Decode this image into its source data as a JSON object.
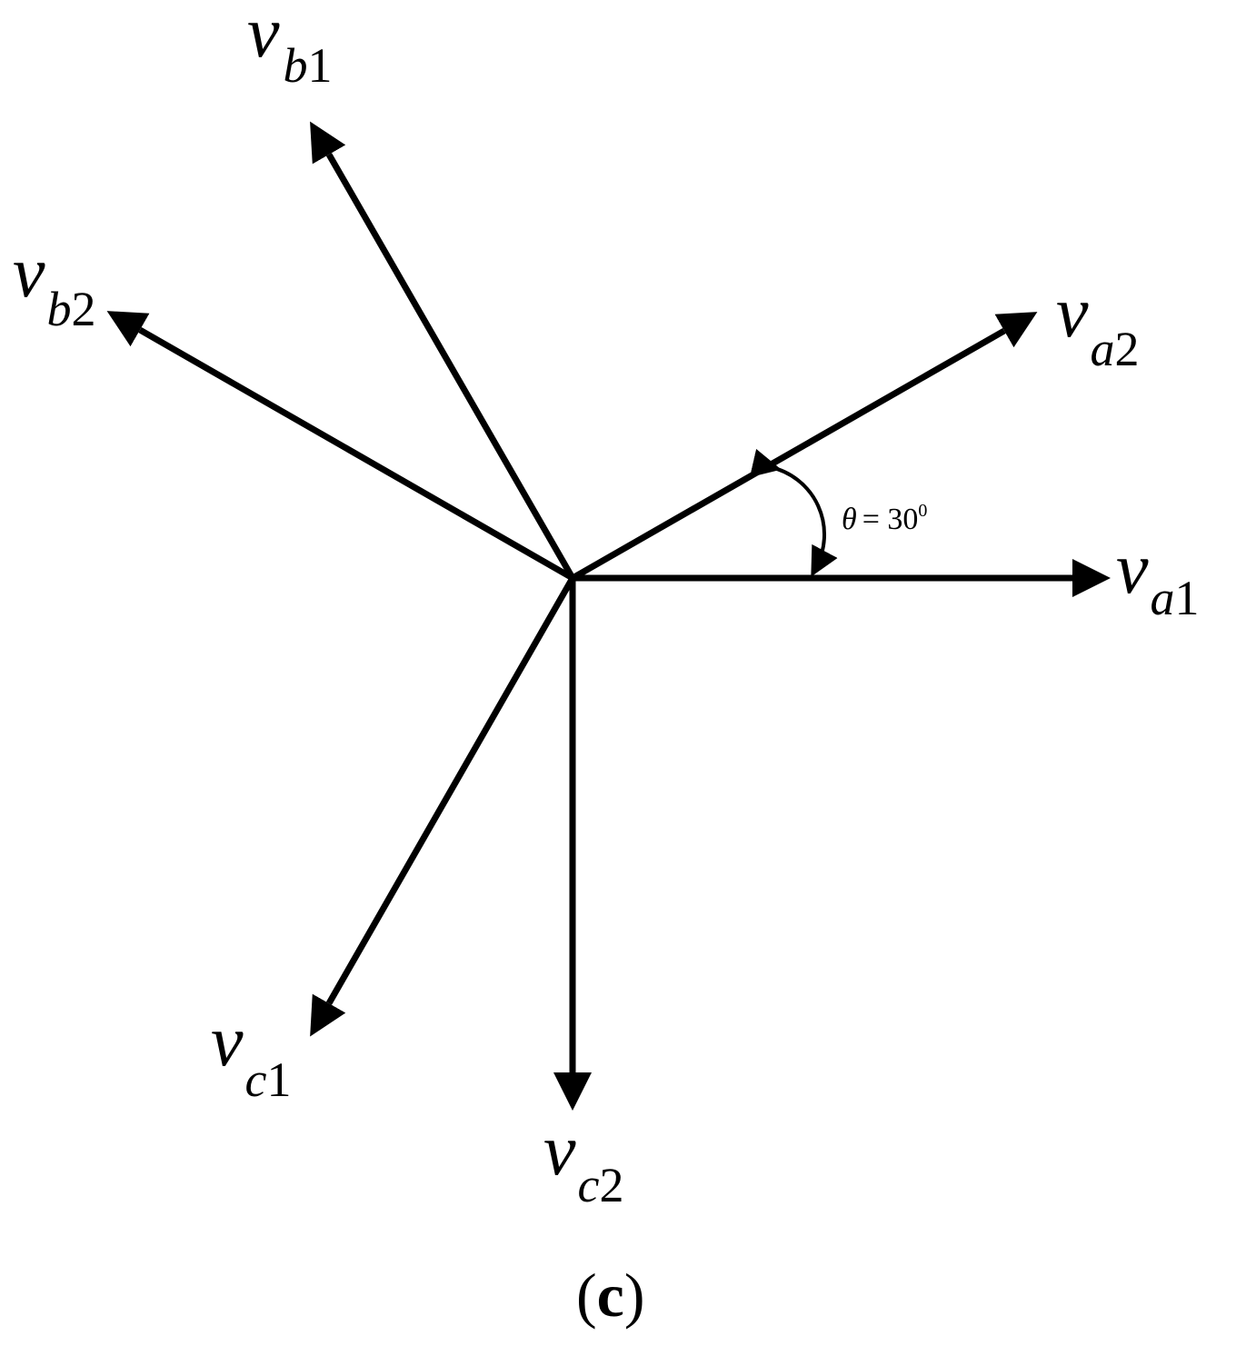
{
  "diagram": {
    "phasors": [
      {
        "id": "va1",
        "main": "v",
        "sub_letter": "a",
        "sub_number": "1",
        "angle_deg": 0
      },
      {
        "id": "va2",
        "main": "v",
        "sub_letter": "a",
        "sub_number": "2",
        "angle_deg": 30
      },
      {
        "id": "vb1",
        "main": "v",
        "sub_letter": "b",
        "sub_number": "1",
        "angle_deg": 120
      },
      {
        "id": "vb2",
        "main": "v",
        "sub_letter": "b",
        "sub_number": "2",
        "angle_deg": 150
      },
      {
        "id": "vc1",
        "main": "v",
        "sub_letter": "c",
        "sub_number": "1",
        "angle_deg": 240
      },
      {
        "id": "vc2",
        "main": "v",
        "sub_letter": "c",
        "sub_number": "2",
        "angle_deg": 270
      }
    ],
    "angle_annotation": {
      "symbol": "θ",
      "equals": "= 30",
      "degree": "0"
    },
    "caption": {
      "open": "(",
      "letter": "c",
      "close": ")"
    },
    "color": "#000000"
  }
}
